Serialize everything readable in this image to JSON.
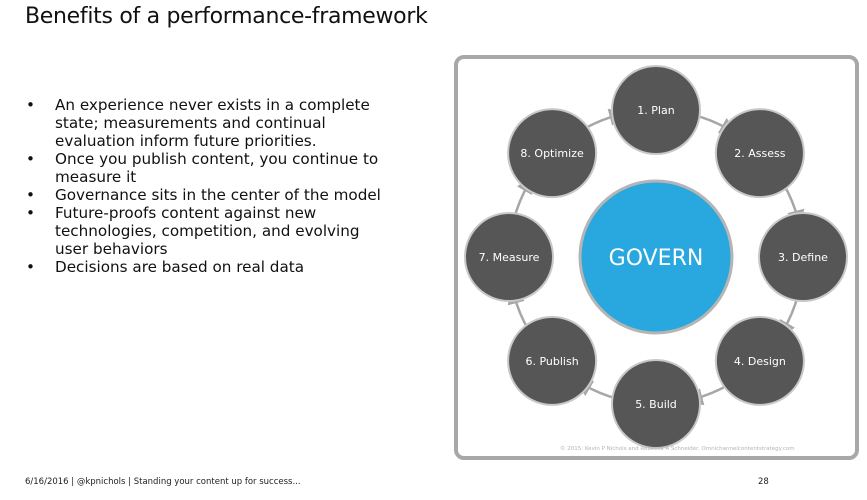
{
  "slide": {
    "title": "Benefits of a performance-framework",
    "bullets": [
      "An experience never exists in a complete state; measurements and continual evaluation inform future priorities.",
      "Once you publish content, you continue to measure it",
      "Governance sits in the center of the model",
      "Future-proofs content against new technologies, competition, and evolving user behaviors",
      "Decisions are based on real data"
    ],
    "footer": "6/16/2016 | @kpnichols | Standing your content up for success...",
    "page_number": "28"
  },
  "diagram": {
    "center_label": "GOVERN",
    "steps": [
      "1. Plan",
      "2. Assess",
      "3. Define",
      "4. Design",
      "5. Build",
      "6. Publish",
      "7. Measure",
      "8. Optimize"
    ],
    "copyright": "© 2015: Kevin P Nichols and Rebecca A Schneider. Omnichannelcontentstrategy.com",
    "colors": {
      "center_fill": "#29a7df",
      "center_stroke": "#b5b5b5",
      "step_fill": "#565656",
      "step_stroke": "#c8c8c8",
      "arrow": "#a6a6a6",
      "frame": "#a8a8a8"
    }
  }
}
